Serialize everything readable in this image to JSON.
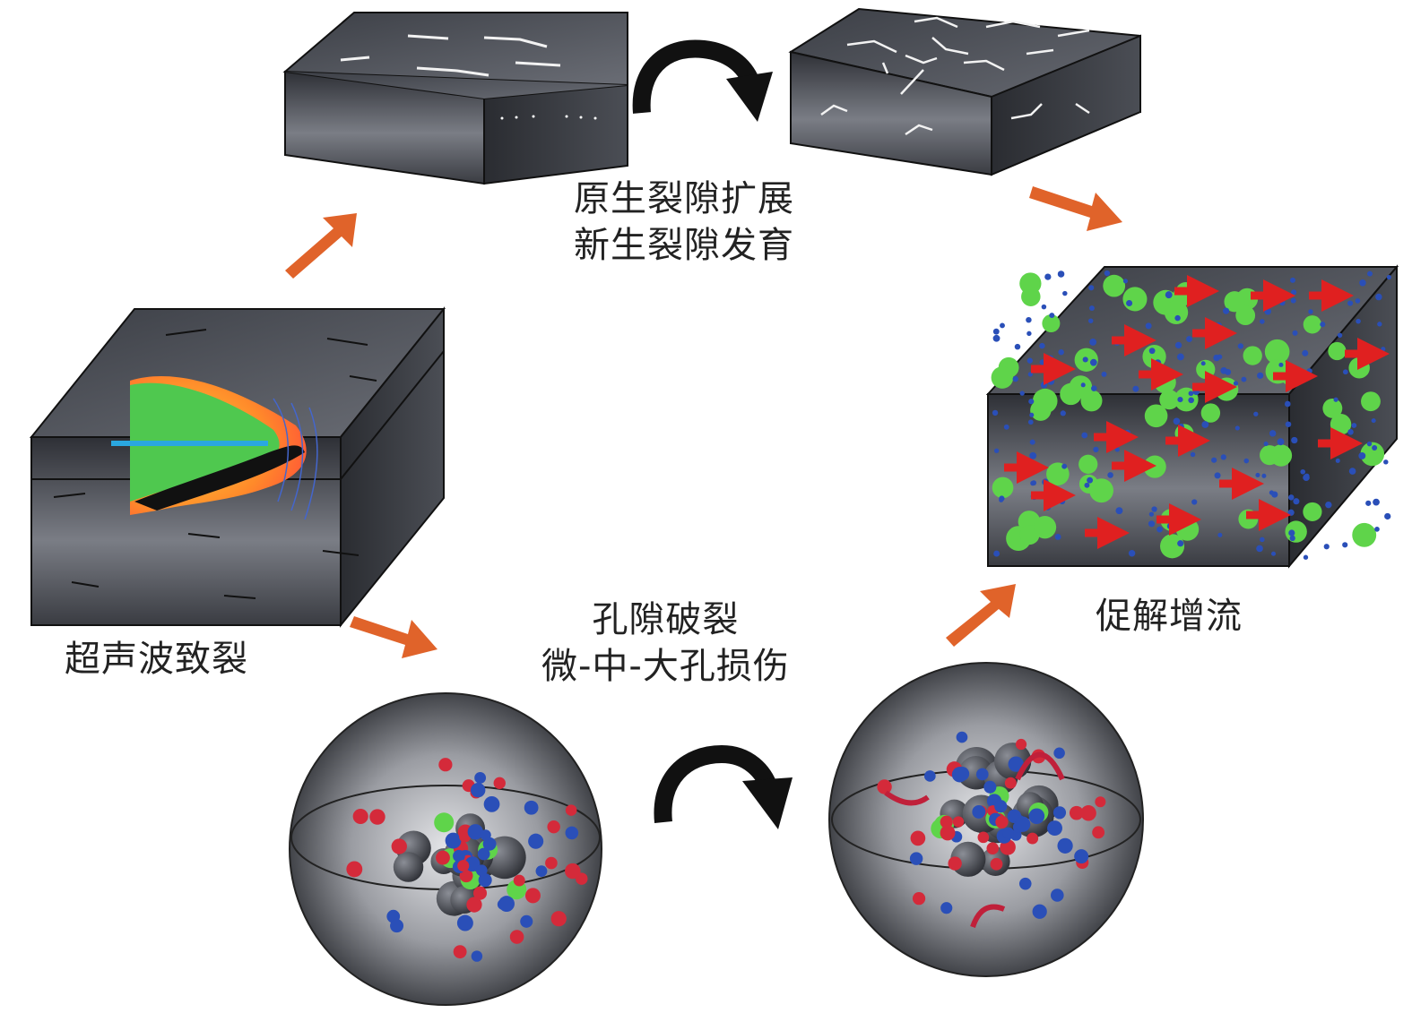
{
  "labels": {
    "ultrasonic_fracturing": "超声波致裂",
    "fracture_propagation_line1": "原生裂隙扩展",
    "fracture_propagation_line2": "新生裂隙发育",
    "pore_rupture_line1": "孔隙破裂",
    "pore_rupture_line2": "微-中-大孔损伤",
    "desorption_flow": "促解增流"
  },
  "colors": {
    "flow_arrow": "#e0632a",
    "cycle_arrow": "#111111",
    "block_face": "#4a4d55",
    "methane_molecule": "#5fd44a",
    "water_molecule": "#2a4fb8",
    "red_molecule": "#d42a3a",
    "red_flow_arrow": "#e02020"
  }
}
